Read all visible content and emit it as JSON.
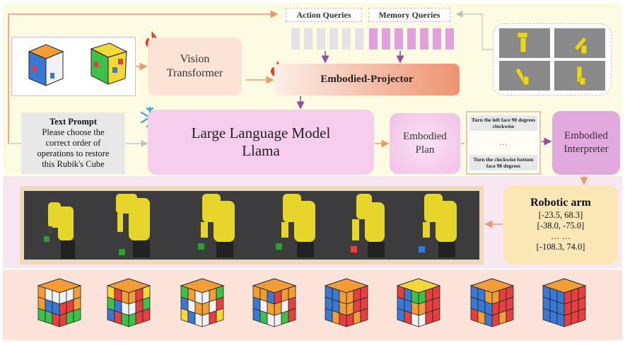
{
  "queries": {
    "action": "Action Queries",
    "memory": "Memory Queries"
  },
  "vit": {
    "line1": "Vision",
    "line2": "Transformer"
  },
  "projector": {
    "label": "Embodied-Projector"
  },
  "llm": {
    "line1": "Large Language Model",
    "line2": "Llama"
  },
  "plan": {
    "line1": "Embodied",
    "line2": "Plan"
  },
  "interpreter": {
    "line1": "Embodied",
    "line2": "Interpreter"
  },
  "text_prompt": {
    "title": "Text Prompt",
    "lines": [
      "Please choose the",
      "correct order of",
      "operations to restore",
      "this Rubik's Cube"
    ]
  },
  "plan_steps": {
    "step1": "Turn the left face 90 degrees clockwise",
    "dots": ". . .",
    "step2": "Turn the clockwise bottom face 90 degrees"
  },
  "robot": {
    "title": "Robotic arm",
    "values": [
      "[-23.5, 68.3]",
      "[-38.0, -75.0]",
      "… …",
      "[-108.3, 74.0]"
    ]
  },
  "icons": {
    "fire": "fire-icon",
    "snowflake": "snowflake-icon"
  },
  "colors": {
    "action_query": "#e3e3e6",
    "memory_query": "#e2a0de",
    "arrow_orange": "#e99a6c",
    "arrow_purple": "#9b4aa3",
    "arrow_gray": "#c8c8c8"
  }
}
